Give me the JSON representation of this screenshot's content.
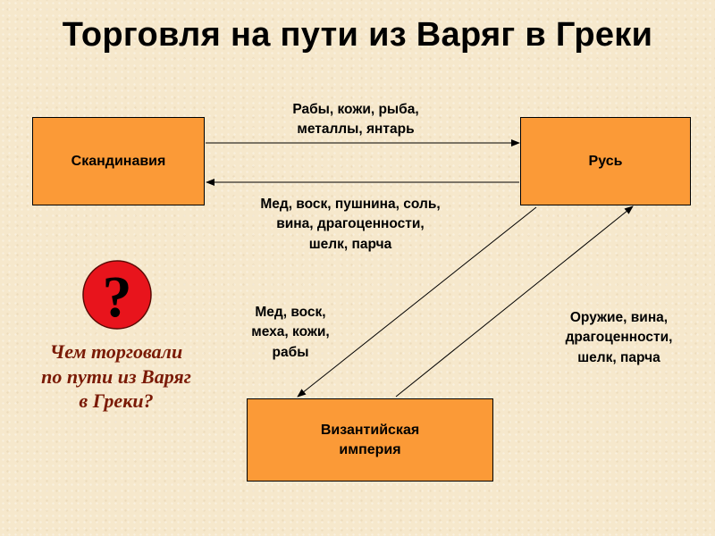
{
  "title": "Торговля на пути из Варяг в Греки",
  "nodes": {
    "scandinavia": "Скандинавия",
    "rus": "Русь",
    "byzantium": "Византийская империя"
  },
  "edges": {
    "scandinavia_to_rus": [
      "Рабы, кожи, рыба,",
      "металлы, янтарь"
    ],
    "rus_to_scandinavia": [
      "Мед, воск, пушнина, соль,",
      "вина, драгоценности,",
      "шелк, парча"
    ],
    "rus_to_byzantium": [
      "Мед, воск,",
      "меха, кожи,",
      "рабы"
    ],
    "byzantium_to_rus": [
      "Оружие, вина,",
      "драгоценности,",
      "шелк, парча"
    ]
  },
  "question": {
    "symbol": "?",
    "text": [
      "Чем торговали",
      "по пути из Варяг",
      "в Греки?"
    ]
  },
  "colors": {
    "box_fill": "#fb9a37",
    "question_circle": "#e8141c",
    "question_text": "#7a1a06",
    "background": "#f6e8cc"
  }
}
